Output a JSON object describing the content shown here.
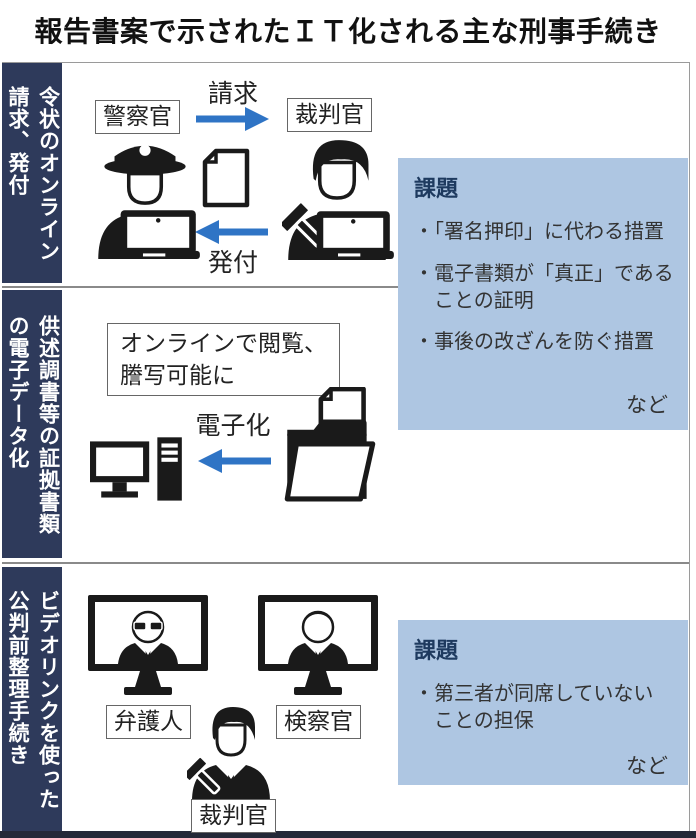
{
  "title": "報告書案で示されたＩＴ化される主な刑事手続き",
  "colors": {
    "sidebar_navy": "#2e3a5b",
    "issue_box_blue": "#aec6e2",
    "arrow_blue": "#2f74c5",
    "icon_black": "#1a1a1a"
  },
  "section1": {
    "sidebar_label": "令状のオンライン\n請求、発付",
    "police_label": "警察官",
    "judge_label": "裁判官",
    "arrow_request": "請求",
    "arrow_issue": "発付",
    "issues": {
      "title": "課題",
      "item1": "・「署名押印」に代わる措置",
      "item2": "・電子書類が「真正」である\nことの証明",
      "item3": "・事後の改ざんを防ぐ措置",
      "footer": "など"
    }
  },
  "section2": {
    "sidebar_label": "供述調書等の証拠書類\nの電子データ化",
    "caption": "オンラインで閲覧、\n謄写可能に",
    "arrow_digitize": "電子化"
  },
  "section3": {
    "sidebar_label": "ビデオリンクを使った\n公判前整理手続き",
    "lawyer_label": "弁護人",
    "prosecutor_label": "検察官",
    "judge_label": "裁判官",
    "issues": {
      "title": "課題",
      "item1": "・第三者が同席していない\nことの担保",
      "footer": "など"
    }
  }
}
